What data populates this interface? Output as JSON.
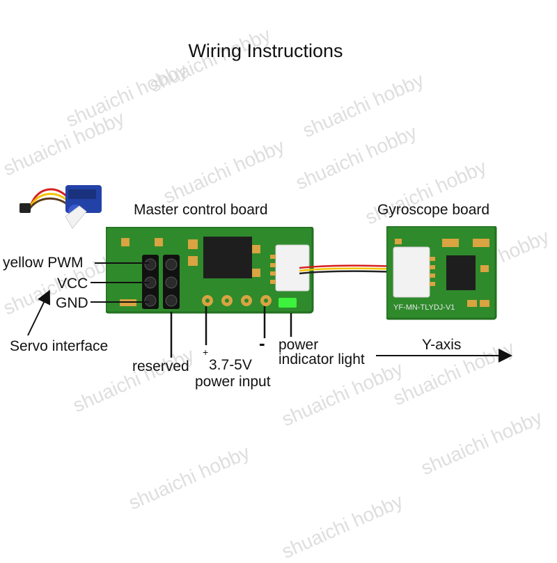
{
  "title": "Wiring Instructions",
  "boards": {
    "master": {
      "label": "Master control board"
    },
    "gyro": {
      "label": "Gyroscope board",
      "silkscreen": "YF-MN-TLYDJ-V1"
    }
  },
  "servo_pins": {
    "pwm": "yellow PWM",
    "vcc": "VCC",
    "gnd": "GND",
    "interface": "Servo interface"
  },
  "labels": {
    "reserved": "reserved",
    "plus_sign": "+",
    "minus_sign": "-",
    "voltage": "3.7-5V",
    "power_input": "power input",
    "power_led_line1": "power",
    "power_led_line2": "indicator light",
    "axis": "Y-axis"
  },
  "watermark": "shuaichi hobby",
  "colors": {
    "pcb_green": "#2f8a2c",
    "pcb_edge": "#237021",
    "chip": "#1e1e1e",
    "pad_gold": "#d9a441",
    "connector_white": "#f2f2f2",
    "led_green": "#3cf23c",
    "wire_red": "#d61f1f",
    "wire_yellow": "#f2c200",
    "wire_black": "#222222",
    "servo_blue": "#2342a8"
  },
  "icons": [
    "servo-motor-icon",
    "arrow-icon"
  ]
}
